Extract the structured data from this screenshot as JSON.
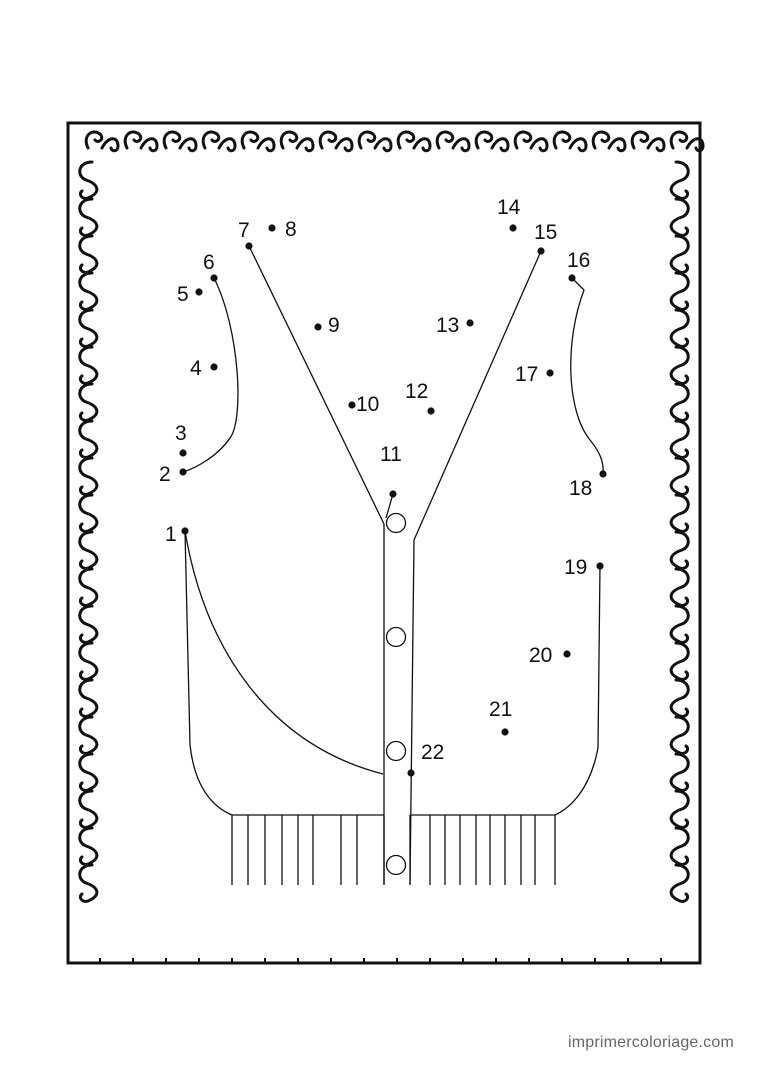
{
  "credit": "imprimercoloriage.com",
  "dots": [
    {
      "label": "1"
    },
    {
      "label": "2"
    },
    {
      "label": "3"
    },
    {
      "label": "4"
    },
    {
      "label": "5"
    },
    {
      "label": "6"
    },
    {
      "label": "7"
    },
    {
      "label": "8"
    },
    {
      "label": "9"
    },
    {
      "label": "10"
    },
    {
      "label": "11"
    },
    {
      "label": "12"
    },
    {
      "label": "13"
    },
    {
      "label": "14"
    },
    {
      "label": "15"
    },
    {
      "label": "16"
    },
    {
      "label": "17"
    },
    {
      "label": "18"
    },
    {
      "label": "19"
    },
    {
      "label": "20"
    },
    {
      "label": "21"
    },
    {
      "label": "22"
    }
  ],
  "colors": {
    "ink": "#111111",
    "credit": "#666666",
    "paper": "#ffffff"
  },
  "icons": {
    "frame": "curl-border",
    "buttons": "cardigan-button"
  }
}
